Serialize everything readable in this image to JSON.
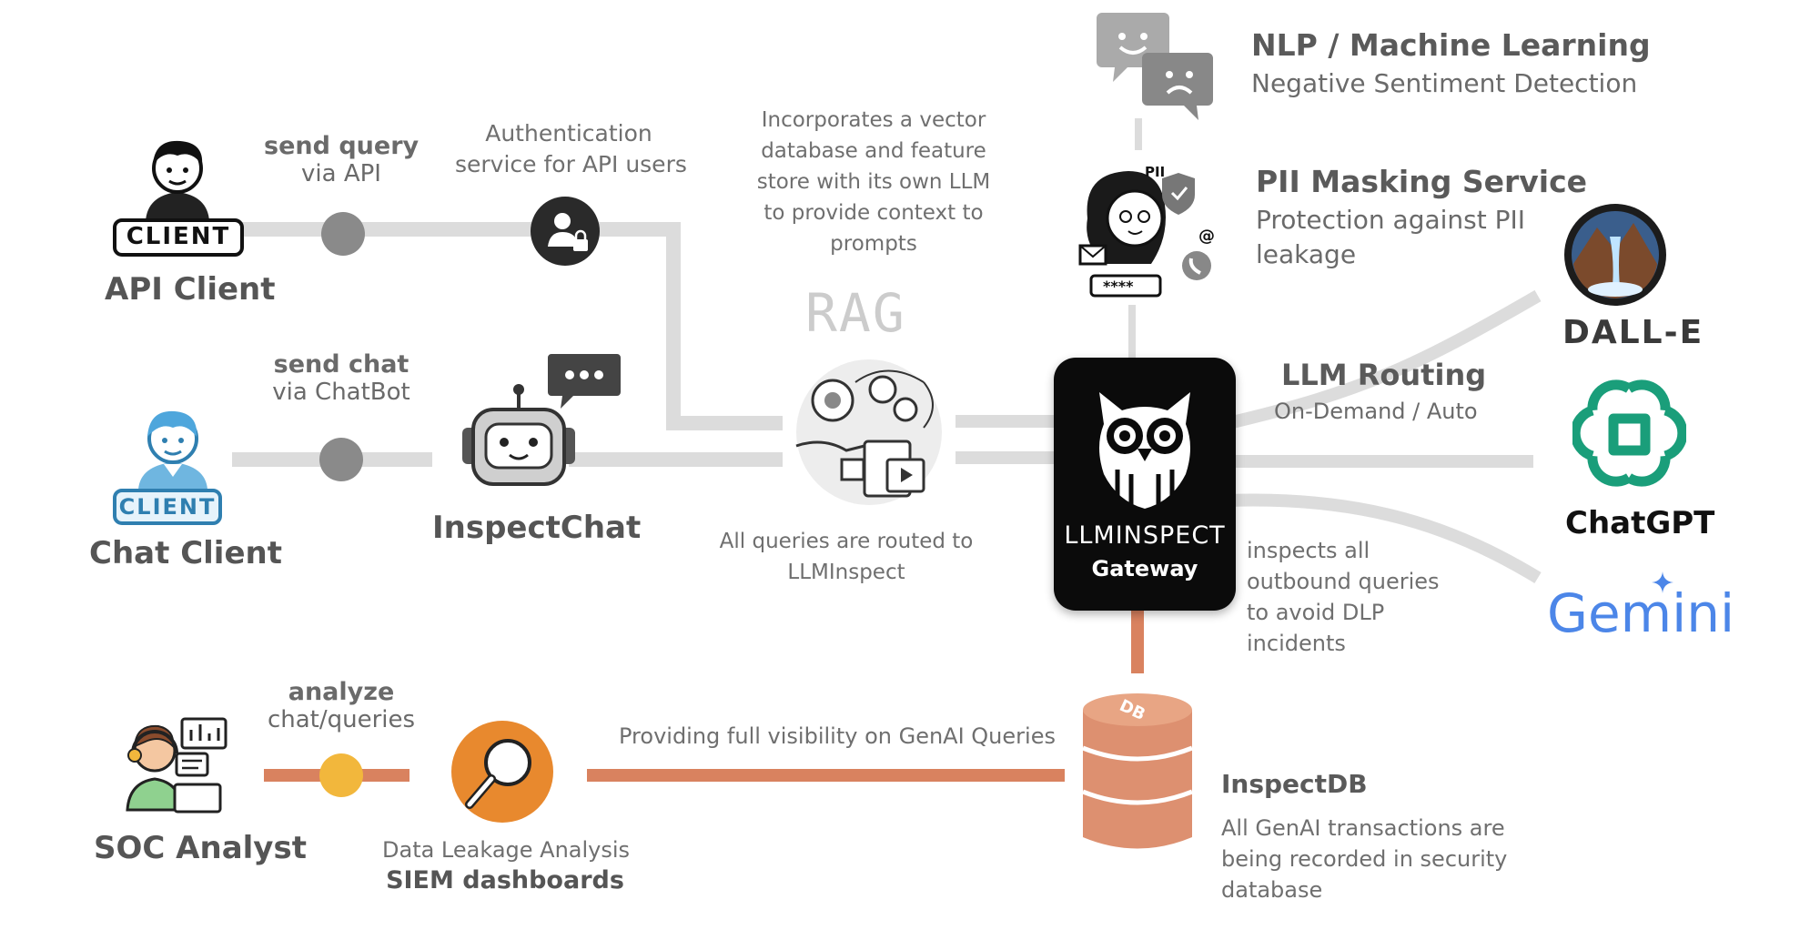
{
  "api_client": {
    "label": "API Client",
    "badge": "CLIENT",
    "action_bold": "send query",
    "action_sub": "via API"
  },
  "chat_client": {
    "label": "Chat Client",
    "badge": "CLIENT",
    "action_bold": "send chat",
    "action_sub": "via ChatBot"
  },
  "auth": {
    "line1": "Authentication",
    "line2": "service for API users"
  },
  "inspectchat": {
    "label": "InspectChat"
  },
  "rag": {
    "logo": "RAG",
    "line1": "Incorporates a vector",
    "line2": "database and feature",
    "line3": "store with its own LLM",
    "line4": "to provide context to",
    "line5": "prompts"
  },
  "routed": {
    "line1": "All queries are routed to",
    "line2": "LLMInspect"
  },
  "nlp": {
    "title": "NLP / Machine Learning",
    "sub": "Negative Sentiment Detection"
  },
  "pii": {
    "badge": "PII",
    "mask": "****",
    "title": "PII Masking Service",
    "line1": "Protection against PII",
    "line2": "leakage"
  },
  "gateway": {
    "name": "LLMINSPECT",
    "sub": "Gateway"
  },
  "routing": {
    "title": "LLM Routing",
    "sub": "On-Demand / Auto"
  },
  "outbound": {
    "line1": "inspects all",
    "line2": "outbound queries",
    "line3": "to avoid DLP",
    "line4": "incidents"
  },
  "llms": {
    "dalle": "DALL-E",
    "chatgpt": "ChatGPT",
    "gemini": "Gemini"
  },
  "soc": {
    "label": "SOC Analyst",
    "action_bold": "analyze",
    "action_sub": "chat/queries"
  },
  "siem": {
    "line1": "Data Leakage Analysis",
    "line2": "SIEM dashboards"
  },
  "visibility": {
    "text": "Providing full visibility on GenAI Queries"
  },
  "db": {
    "badge": "DB",
    "title": "InspectDB",
    "line1": "All GenAI transactions are",
    "line2": "being recorded in security",
    "line3": "database"
  },
  "colors": {
    "line_grey": "#d9d9d9",
    "line_orange": "#d9825f",
    "node_grey": "#8a8a8a",
    "node_yellow": "#f2b73c",
    "db_orange": "#dd9070",
    "gateway_bg": "#0b0b0b",
    "chatgpt_green": "#1a9e7a",
    "gemini_blue": "#4c86e8"
  }
}
